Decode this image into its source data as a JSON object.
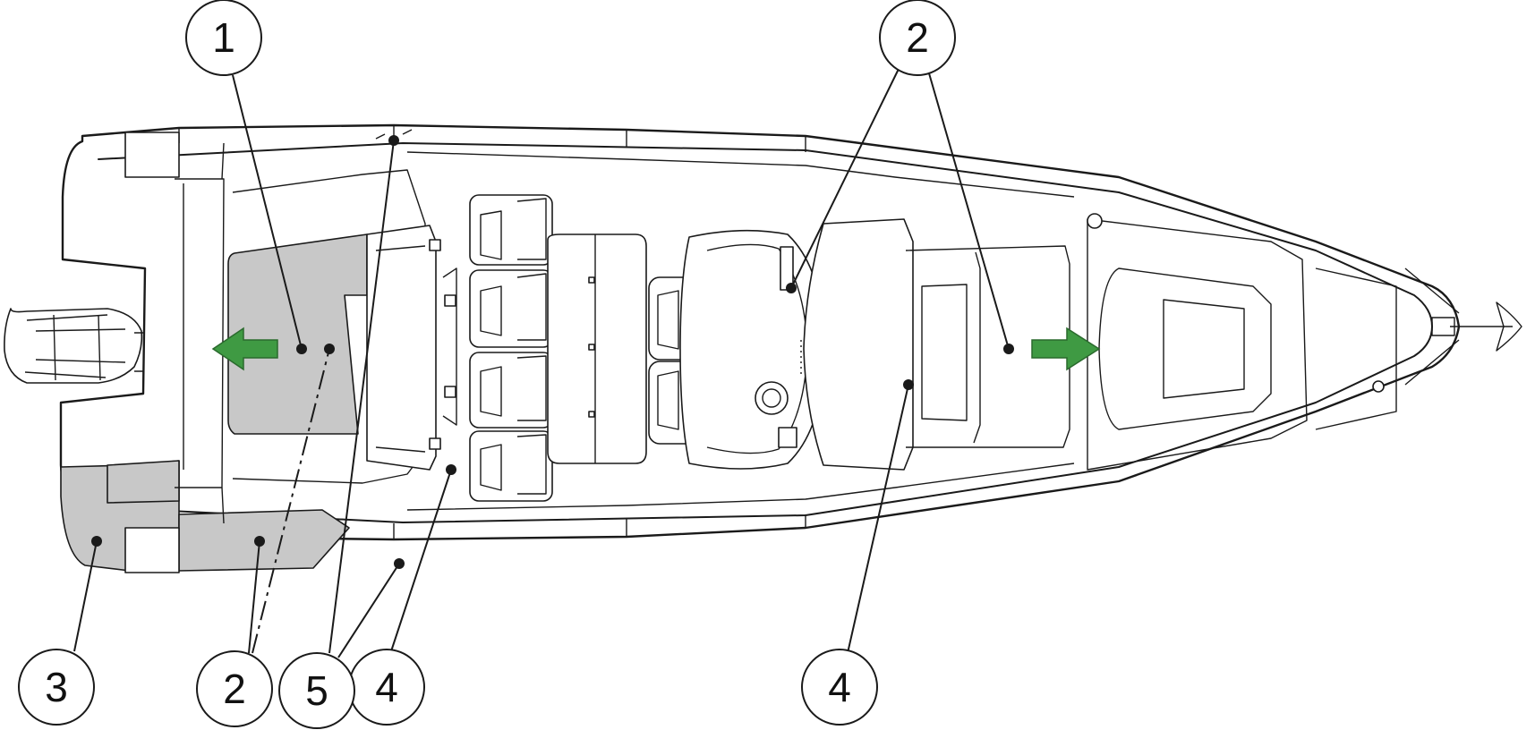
{
  "colors": {
    "shaded_area": "#c8c8c8",
    "arrow": "#3f9a43",
    "arrow_outline": "#2a6a2d",
    "outline": "#1a1a1a"
  },
  "callouts": [
    {
      "id": "c1",
      "label": "1"
    },
    {
      "id": "c2-top",
      "label": "2"
    },
    {
      "id": "c2-bottom",
      "label": "2"
    },
    {
      "id": "c3",
      "label": "3"
    },
    {
      "id": "c4-left",
      "label": "4"
    },
    {
      "id": "c4-right",
      "label": "4"
    },
    {
      "id": "c5",
      "label": "5"
    }
  ],
  "icons": {
    "arrow_aft": "arrow-left-icon",
    "arrow_forward": "arrow-right-icon"
  }
}
